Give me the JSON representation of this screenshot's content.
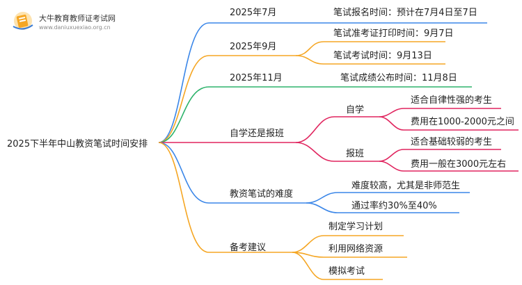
{
  "logo": {
    "title": "大牛教育教师证考试网",
    "url": "www.daniuxuexiao.org.cn",
    "colors": {
      "orange": "#f5a623",
      "blue": "#3a7bd5"
    }
  },
  "root": {
    "label": "2025下半年中山教资笔试时间安排"
  },
  "branches": [
    {
      "id": "july",
      "label": "2025年7月",
      "color": "#3a86e8",
      "children": [
        {
          "label": "笔试报名时间：预计在7月4日至7日"
        }
      ]
    },
    {
      "id": "september",
      "label": "2025年9月",
      "color": "#f5a623",
      "children": [
        {
          "label": "笔试准考证打印时间：9月7日"
        },
        {
          "label": "笔试考试时间：9月13日"
        }
      ]
    },
    {
      "id": "november",
      "label": "2025年11月",
      "color": "#2db36b",
      "children": [
        {
          "label": "笔试成绩公布时间：11月8日"
        }
      ]
    },
    {
      "id": "self-study-or-class",
      "label": "自学还是报班",
      "color": "#e0245e",
      "children": [
        {
          "label": "自学",
          "children": [
            {
              "label": "适合自律性强的考生"
            },
            {
              "label": "费用在1000-2000元之间"
            }
          ]
        },
        {
          "label": "报班",
          "children": [
            {
              "label": "适合基础较弱的考生"
            },
            {
              "label": "费用一般在3000元左右"
            }
          ]
        }
      ]
    },
    {
      "id": "difficulty",
      "label": "教资笔试的难度",
      "color": "#3a86e8",
      "children": [
        {
          "label": "难度较高，尤其是非师范生"
        },
        {
          "label": "通过率约30%至40%"
        }
      ]
    },
    {
      "id": "advice",
      "label": "备考建议",
      "color": "#f5a623",
      "children": [
        {
          "label": "制定学习计划"
        },
        {
          "label": "利用网络资源"
        },
        {
          "label": "模拟考试"
        }
      ]
    }
  ]
}
